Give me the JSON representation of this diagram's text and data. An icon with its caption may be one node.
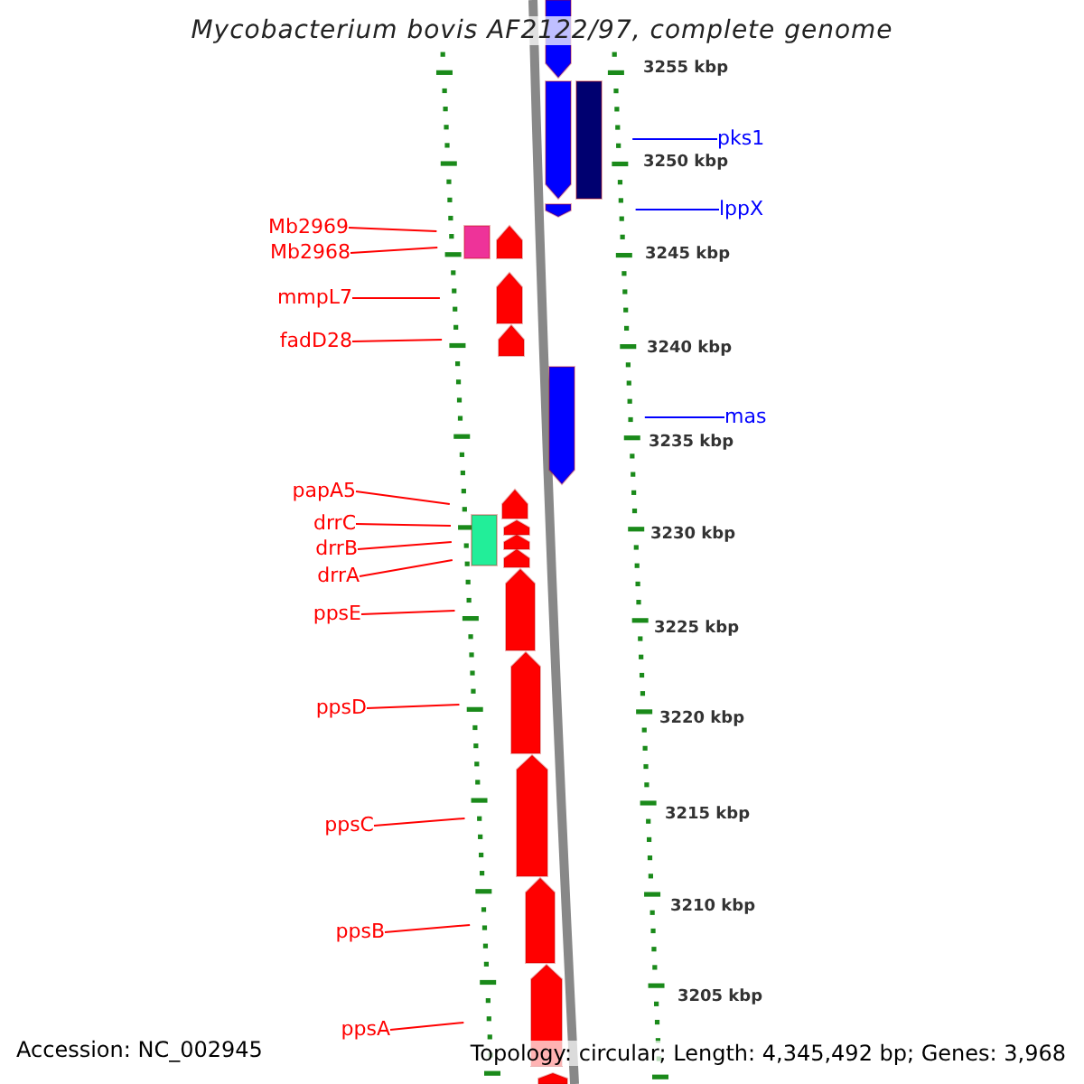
{
  "diagram": {
    "title": "Mycobacterium bovis AF2122/97, complete genome",
    "nodes": [
      {
        "text": [
          "Mb2969"
        ]
      },
      {
        "text": [
          "Mb2968"
        ]
      },
      {
        "text": [
          "mmpL7"
        ]
      },
      {
        "text": [
          "fadD28"
        ]
      },
      {
        "text": [
          "papA5"
        ]
      },
      {
        "text": [
          "drrC"
        ]
      },
      {
        "text": [
          "drrB"
        ]
      },
      {
        "text": [
          "drrA"
        ]
      },
      {
        "text": [
          "ppsE"
        ]
      },
      {
        "text": [
          "ppsD"
        ]
      },
      {
        "text": [
          "ppsC"
        ]
      },
      {
        "text": [
          "ppsB"
        ]
      },
      {
        "text": [
          "ppsA"
        ]
      },
      {
        "text": [
          "pks1"
        ]
      },
      {
        "text": [
          "lppX"
        ]
      },
      {
        "text": [
          "mas"
        ]
      }
    ],
    "edges": [
      {
        "from": 0,
        "to": null,
        "arrow": "none"
      },
      {
        "from": 1,
        "to": null,
        "arrow": "none"
      },
      {
        "from": 2,
        "to": null,
        "arrow": "none"
      },
      {
        "from": 3,
        "to": null,
        "arrow": "none"
      },
      {
        "from": 4,
        "to": null,
        "arrow": "none"
      },
      {
        "from": 5,
        "to": null,
        "arrow": "none"
      },
      {
        "from": 6,
        "to": null,
        "arrow": "none"
      },
      {
        "from": 7,
        "to": null,
        "arrow": "none"
      },
      {
        "from": 8,
        "to": null,
        "arrow": "none"
      },
      {
        "from": 9,
        "to": null,
        "arrow": "none"
      },
      {
        "from": 10,
        "to": null,
        "arrow": "none"
      },
      {
        "from": 11,
        "to": null,
        "arrow": "none"
      },
      {
        "from": 12,
        "to": null,
        "arrow": "none"
      },
      {
        "from": 13,
        "to": null,
        "arrow": "none",
        "color": "#0000ff"
      },
      {
        "from": 14,
        "to": null,
        "arrow": "none",
        "color": "#0000ff"
      },
      {
        "from": 15,
        "to": null,
        "arrow": "none",
        "color": "#0000ff"
      }
    ],
    "labels": [
      "3255 kbp",
      "3250 kbp",
      "3245 kbp",
      "3240 kbp",
      "3235 kbp",
      "3230 kbp",
      "3225 kbp",
      "3220 kbp",
      "3215 kbp",
      "3210 kbp",
      "3205 kbp",
      "Accession: NC_002945",
      "Topology: circular; Length: 4,345,492 bp; Genes: 3,968"
    ]
  }
}
